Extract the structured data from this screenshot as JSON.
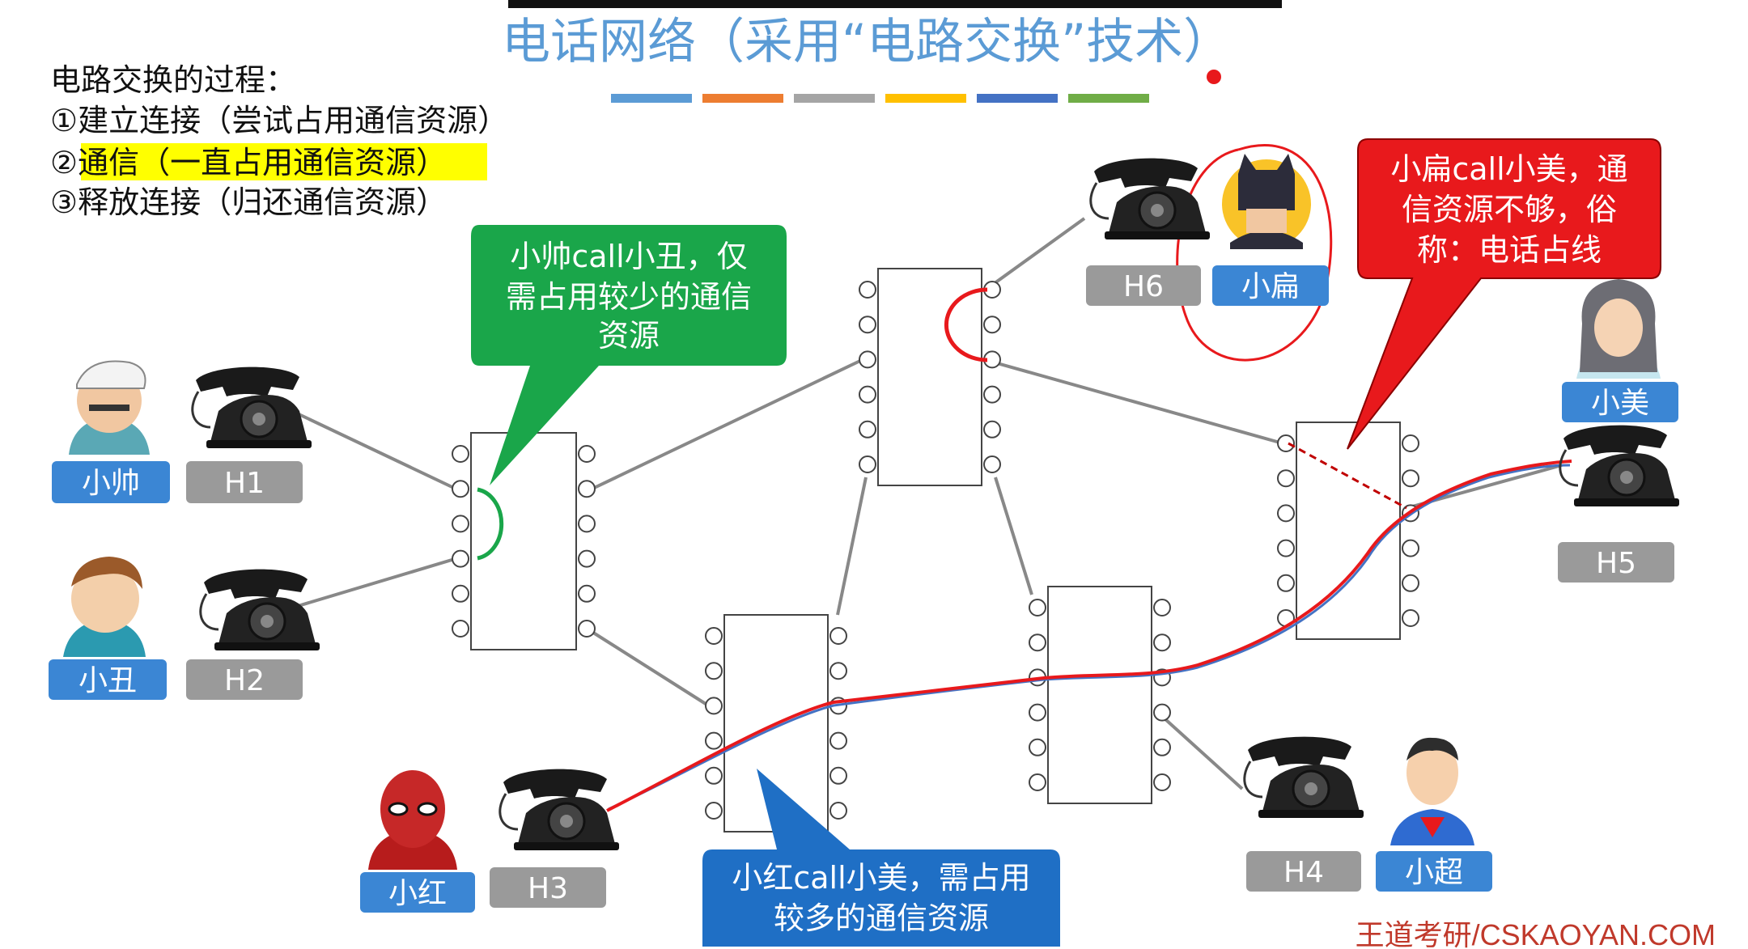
{
  "header": {
    "title": "电话网络（采用“电路交换”技术）",
    "palette": [
      "#5b9bd5",
      "#ed7d31",
      "#a5a5a5",
      "#ffc000",
      "#4472c4",
      "#70ad47"
    ]
  },
  "steps": {
    "heading": "电路交换的过程：",
    "items": [
      "①建立连接（尝试占用通信资源）",
      "②通信（一直占用通信资源）",
      "③释放连接（归还通信资源）"
    ],
    "highlight_color": "#ffff00"
  },
  "people": {
    "xiaoshuai": "小帅",
    "xiaochou": "小丑",
    "xiaohong": "小红",
    "xiaobian": "小扁",
    "xiaomei": "小美",
    "xiaochao": "小超"
  },
  "hosts": {
    "h1": "H1",
    "h2": "H2",
    "h3": "H3",
    "h4": "H4",
    "h5": "H5",
    "h6": "H6"
  },
  "callouts": {
    "green": [
      "小帅call小丑，仅",
      "需占用较少的通信",
      "资源"
    ],
    "red": [
      "小扁call小美，通",
      "信资源不够，俗",
      "称：电话占线"
    ],
    "blue": [
      "小红call小美，需占用",
      "较多的通信资源"
    ]
  },
  "colors": {
    "green": "#1aa64a",
    "red": "#e8191c",
    "blue": "#1f6fc5",
    "label_blue": "#3b86d4",
    "label_gray": "#9a9a9a"
  },
  "footer": "王道考研/CSKAOYAN.COM"
}
